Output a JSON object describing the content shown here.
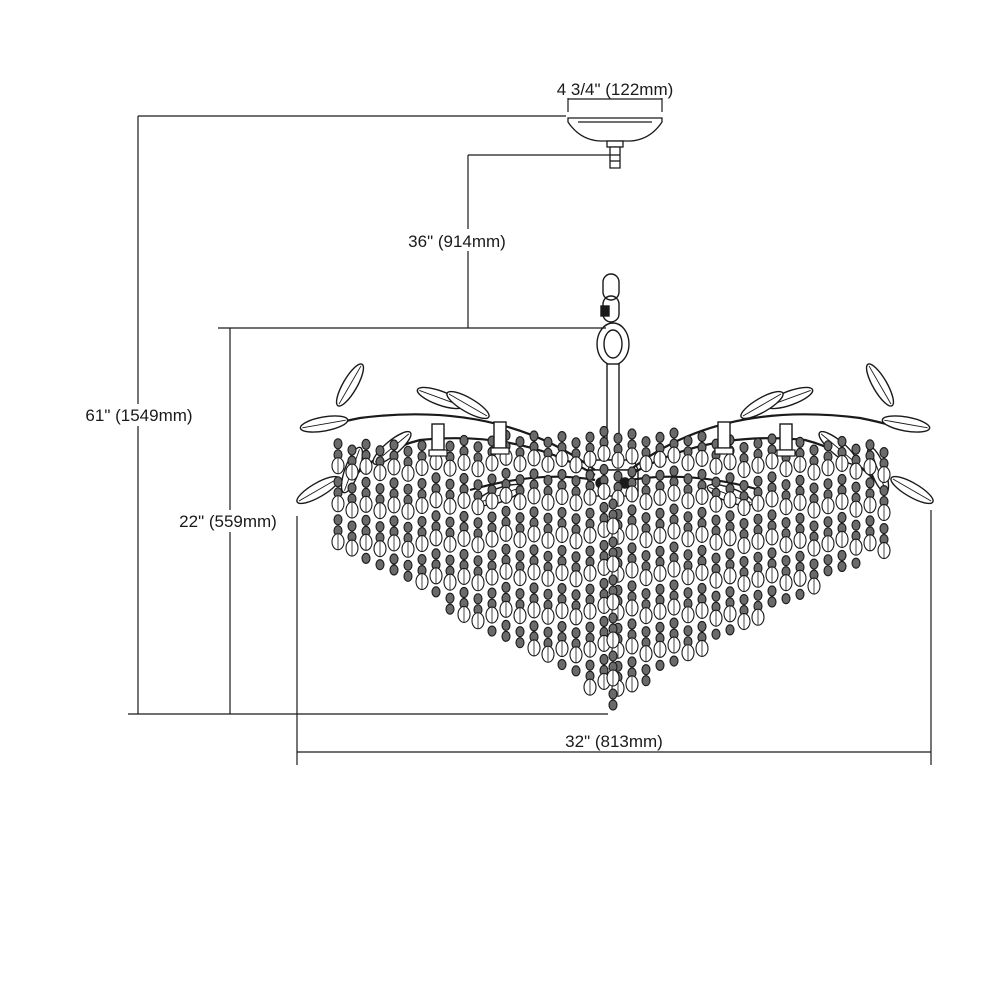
{
  "dimensions": {
    "canopy_width": "4 3/4\" (122mm)",
    "chain_length": "36\" (914mm)",
    "overall_height": "61\" (1549mm)",
    "fixture_height": "22\" (559mm)",
    "fixture_width": "32\" (813mm)"
  },
  "colors": {
    "line": "#1a1a1a",
    "crystal_fill": "#6a6a6a",
    "background": "#ffffff"
  }
}
